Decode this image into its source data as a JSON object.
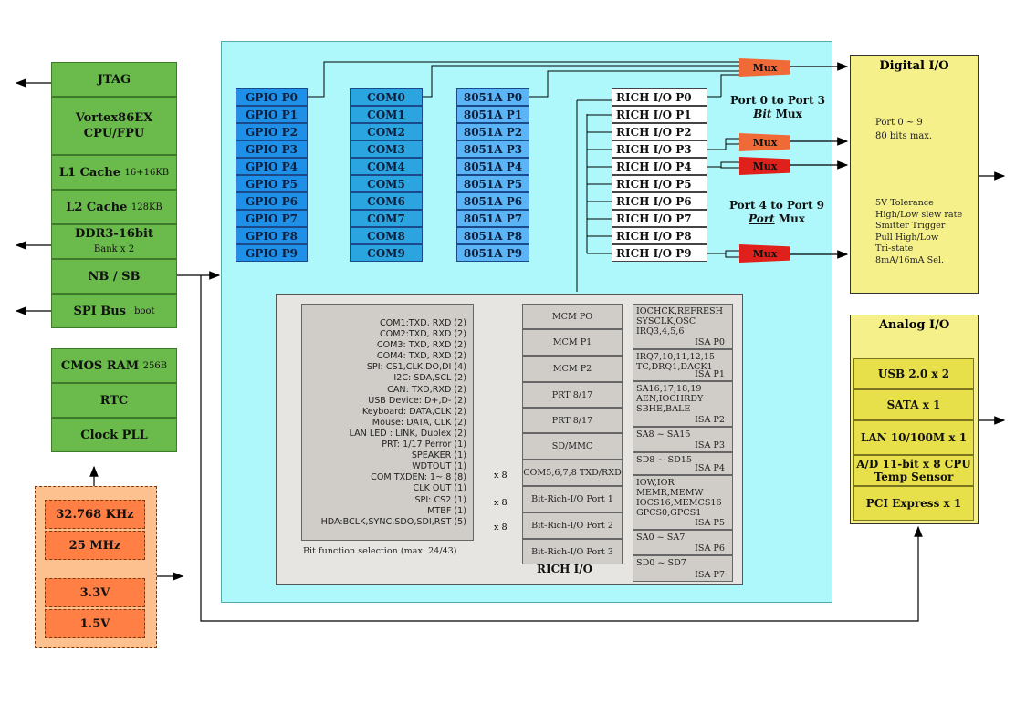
{
  "left_blocks": {
    "jtag": "JTAG",
    "cpu_line1": "Vortex86EX",
    "cpu_line2": "CPU/FPU",
    "l1": "L1 Cache",
    "l1_size": "16+16KB",
    "l2": "L2 Cache",
    "l2_size": "128KB",
    "ddr": "DDR3-16bit",
    "ddr_sub": "Bank x 2",
    "nbsb": "NB / SB",
    "spi": "SPI Bus",
    "spi_sub": "boot",
    "cmos": "CMOS RAM",
    "cmos_size": "256B",
    "rtc": "RTC",
    "clock": "Clock PLL"
  },
  "power_blocks": {
    "f1": "32.768 KHz",
    "f2": "25 MHz",
    "v1": "3.3V",
    "v2": "1.5V"
  },
  "gpio": [
    "GPIO P0",
    "GPIO P1",
    "GPIO P2",
    "GPIO P3",
    "GPIO P4",
    "GPIO P5",
    "GPIO P6",
    "GPIO P7",
    "GPIO P8",
    "GPIO P9"
  ],
  "com": [
    "COM0",
    "COM1",
    "COM2",
    "COM3",
    "COM4",
    "COM5",
    "COM6",
    "COM7",
    "COM8",
    "COM9"
  ],
  "p8051": [
    "8051A P0",
    "8051A P1",
    "8051A P2",
    "8051A P3",
    "8051A P4",
    "8051A P5",
    "8051A P6",
    "8051A P7",
    "8051A P8",
    "8051A P9"
  ],
  "rich": [
    "RICH  I/O  P0",
    "RICH  I/O  P1",
    "RICH  I/O  P2",
    "RICH  I/O  P3",
    "RICH  I/O  P4",
    "RICH  I/O  P5",
    "RICH  I/O  P6",
    "RICH  I/O  P7",
    "RICH  I/O  P8",
    "RICH  I/O  P9"
  ],
  "mux_label": "Mux",
  "port_bit": {
    "line1": "Port 0 to Port 3",
    "em": "Bit",
    "rest": " Mux"
  },
  "port_port": {
    "line1": "Port 4 to Port 9",
    "em": "Port",
    "rest": " Mux"
  },
  "digital_io": {
    "title": "Digital I/O",
    "line1": "Port 0 ~ 9",
    "line2": "80 bits max.",
    "features": [
      "5V Tolerance",
      "High/Low slew rate",
      "Smitter Trigger",
      "Pull High/Low",
      "Tri-state",
      "8mA/16mA Sel."
    ]
  },
  "analog_io": {
    "title": "Analog I/O",
    "items": [
      "USB 2.0 x 2",
      "SATA x 1",
      "LAN 10/100M x 1",
      "A/D 11-bit x 8 CPU Temp Sensor",
      "PCI Express x 1"
    ]
  },
  "richio_panel": {
    "functions": [
      "COM1:TXD, RXD (2)",
      "COM2:TXD, RXD (2)",
      "COM3: TXD, RXD (2)",
      "COM4: TXD, RXD (2)",
      "SPI: CS1,CLK,DO,DI (4)",
      "I2C: SDA,SCL  (2)",
      "CAN: TXD,RXD (2)",
      "USB Device: D+,D- (2)",
      "Keyboard: DATA,CLK (2)",
      "Mouse: DATA, CLK (2)",
      "LAN LED : LINK, Duplex (2)",
      "PRT: 1/17 Perror (1)",
      "SPEAKER (1)",
      "WDTOUT (1)",
      "COM TXDEN: 1~ 8 (8)",
      "CLK OUT (1)",
      "SPI: CS2 (1)",
      "MTBF (1)",
      "HDA:BCLK,SYNC,SDO,SDI,RST (5)"
    ],
    "footnote": "Bit function selection  (max: 24/43)",
    "title": "RICH I/O",
    "x8": "x 8",
    "middle": [
      "MCM PO",
      "MCM P1",
      "MCM P2",
      "PRT 8/17",
      "PRT 8/17",
      "SD/MMC",
      "COM5,6,7,8 TXD/RXD",
      "Bit-Rich-I/O Port 1",
      "Bit-Rich-I/O Port 2",
      "Bit-Rich-I/O Port 3"
    ],
    "isa": [
      {
        "text": "IOCHCK,REFRESH SYSCLK,OSC IRQ3,4,5,6",
        "label": "ISA P0"
      },
      {
        "text": "IRQ7,10,11,12,15 TC,DRQ1,DACK1",
        "label": "ISA P1"
      },
      {
        "text": "SA16,17,18,19 AEN,IOCHRDY SBHE,BALE",
        "label": "ISA P2"
      },
      {
        "text": "SA8 ~ SA15",
        "label": "ISA P3"
      },
      {
        "text": "SD8 ~ SD15",
        "label": "ISA P4"
      },
      {
        "text": "IOW,IOR MEMR,MEMW IOCS16,MEMCS16 GPCS0,GPCS1",
        "label": "ISA P5"
      },
      {
        "text": "SA0 ~ SA7",
        "label": "ISA P6"
      },
      {
        "text": "SD0 ~ SD7",
        "label": "ISA P7"
      }
    ]
  },
  "colors": {
    "cyan_panel": "#aef7fb",
    "green": "#6abb4b",
    "orange": "#ff7f45",
    "mux_red": "#e8401c",
    "yellow": "#f5f08a",
    "gray": "#d0cdc9"
  }
}
